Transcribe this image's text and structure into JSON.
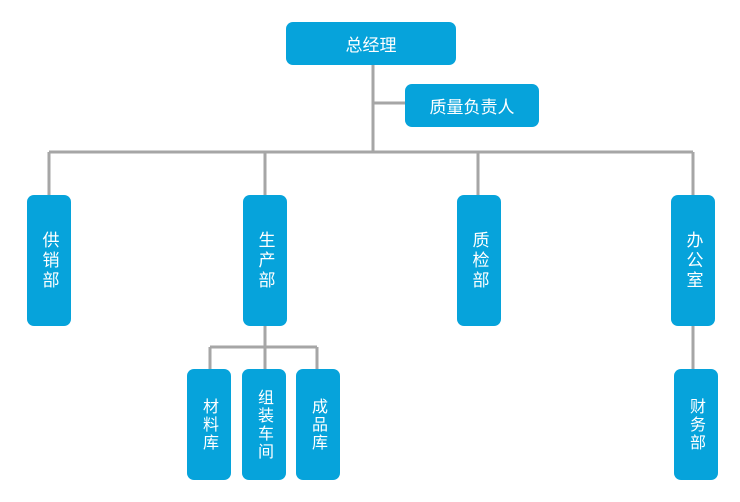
{
  "colors": {
    "box": "#06a3db",
    "line": "#a6a6a6",
    "text": "#ffffff"
  },
  "nodes": {
    "gm": "总经理",
    "quality_head": "质量负责人",
    "sales": "供销部",
    "production": "生产部",
    "qc": "质检部",
    "office": "办公室",
    "materials": "材料库",
    "assembly": "组装车间",
    "finished": "成品库",
    "finance": "财务部"
  }
}
